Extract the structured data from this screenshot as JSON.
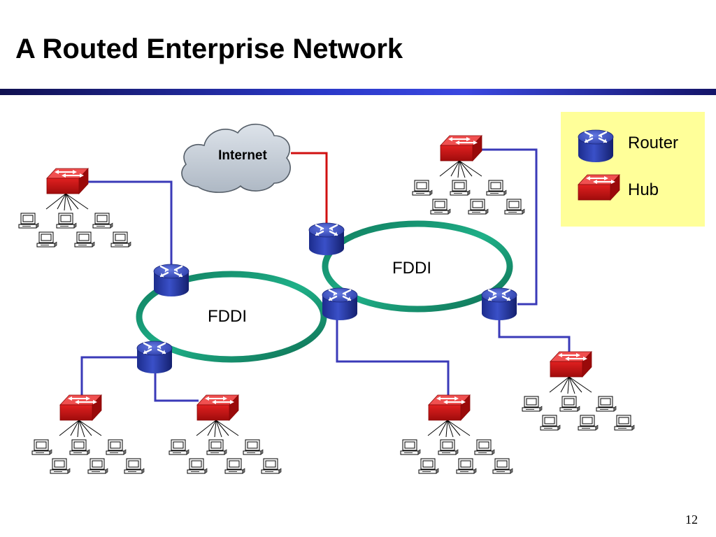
{
  "title": "A Routed Enterprise Network",
  "page_number": "12",
  "cloud_label": "Internet",
  "rings": [
    {
      "label": "FDDI"
    },
    {
      "label": "FDDI"
    }
  ],
  "legend": {
    "router_label": "Router",
    "hub_label": "Hub"
  },
  "colors": {
    "title_bar": "#2a38c8",
    "lan_link": "#3a3ab8",
    "internet_link": "#d01010",
    "fddi_ring": "#159a74",
    "router": "#2f43b8",
    "hub": "#d81818",
    "legend_bg": "#ffff99",
    "cloud": "#c8d0d8"
  },
  "icons": {
    "router": "router-icon",
    "hub": "hub-icon",
    "workstation": "workstation-icon",
    "cloud": "cloud-icon"
  }
}
